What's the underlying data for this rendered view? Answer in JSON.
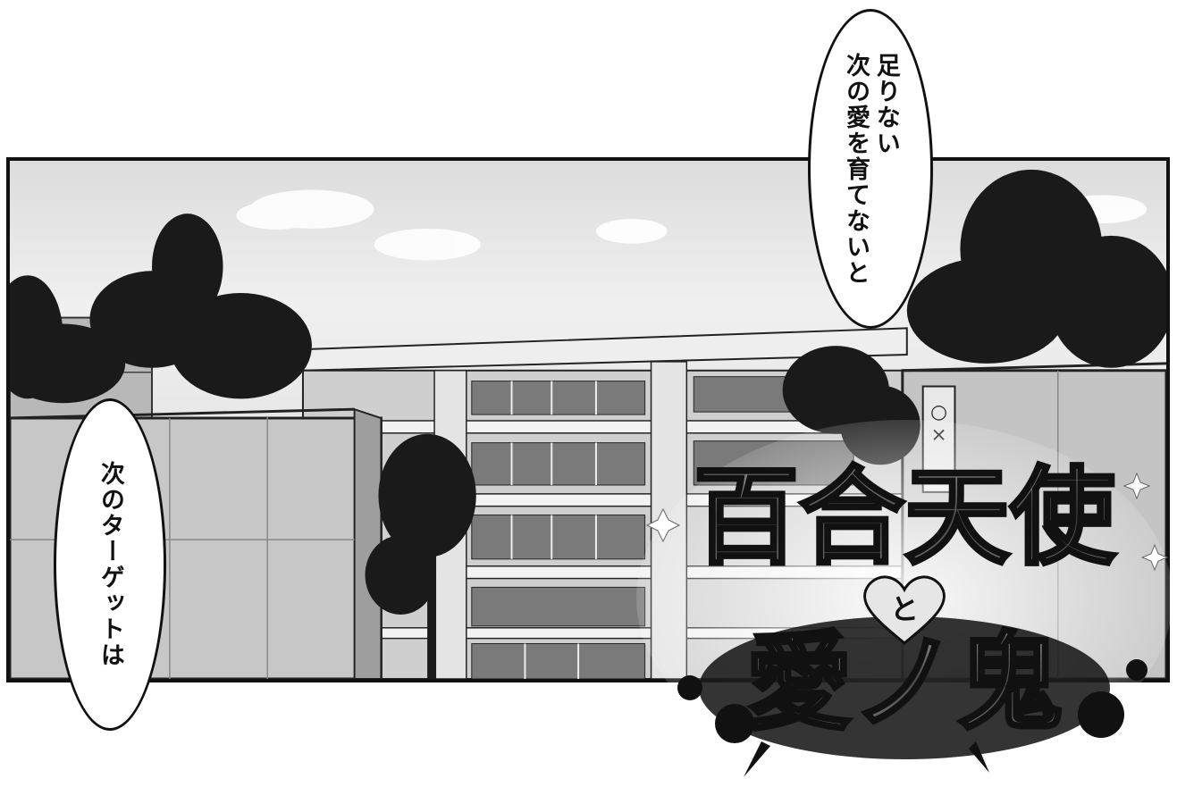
{
  "balloons": {
    "top": {
      "text": "足りない\n次の愛を育てないと"
    },
    "left": {
      "text": "次のターゲットは"
    }
  },
  "scene": {
    "sign_text": "○×■"
  },
  "logo": {
    "line1": "百合天使",
    "connector": "と",
    "line2": "愛ノ鬼"
  }
}
